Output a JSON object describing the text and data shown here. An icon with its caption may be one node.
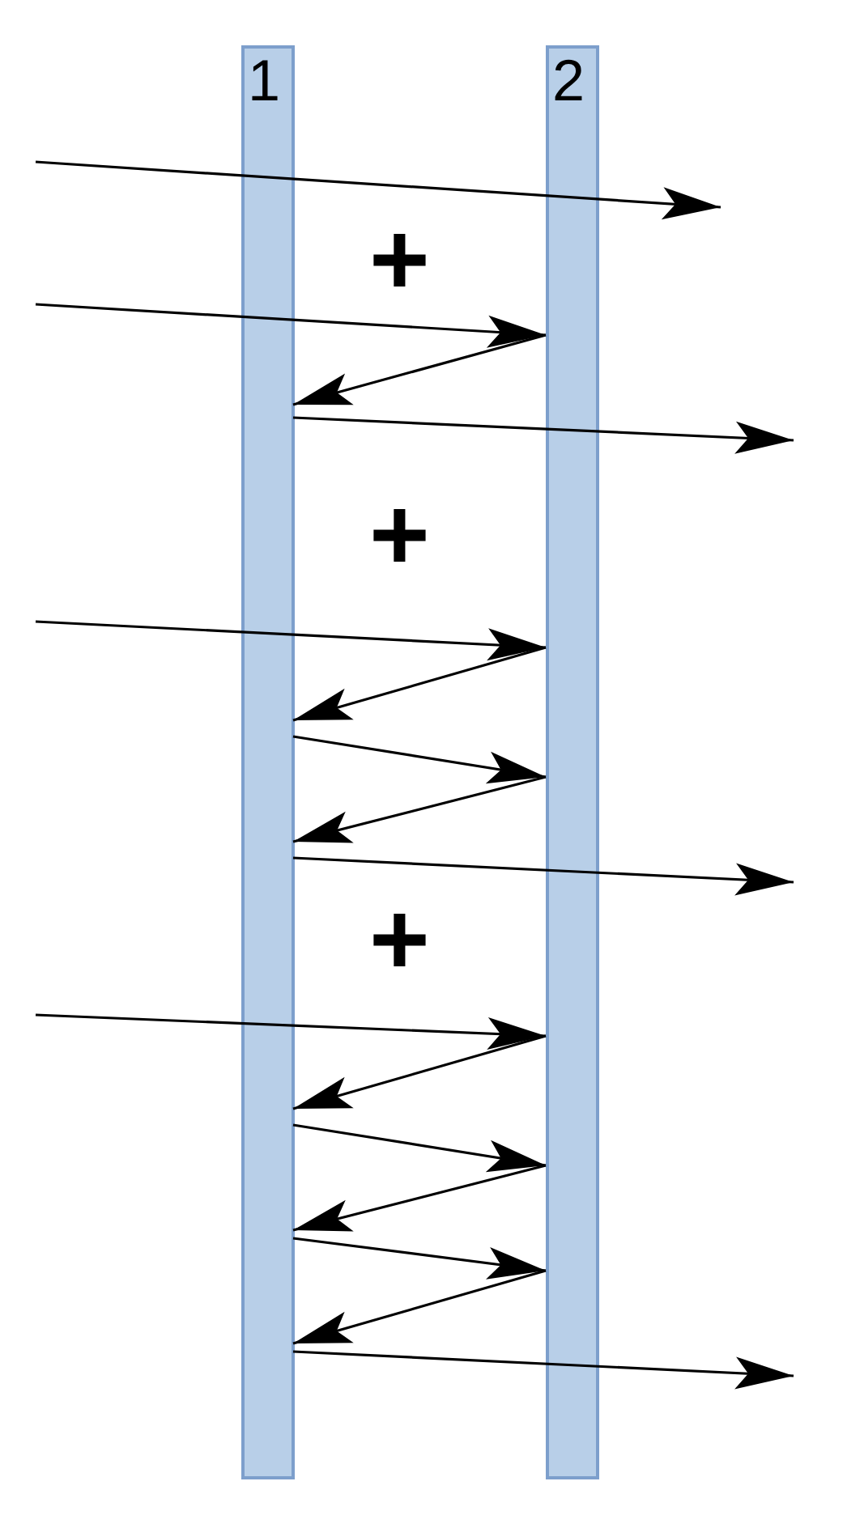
{
  "diagram": {
    "nodes": [
      {
        "text": [
          "1"
        ]
      },
      {
        "text": [
          "2"
        ]
      }
    ],
    "edges": [
      {
        "from": null,
        "to": 1,
        "arrow": "to"
      },
      {
        "from": 1,
        "to": 0,
        "arrow": "to"
      },
      {
        "from": 0,
        "to": null,
        "arrow": "to"
      },
      {
        "from": null,
        "to": 1,
        "arrow": "to"
      },
      {
        "from": 1,
        "to": 0,
        "arrow": "to"
      },
      {
        "from": 0,
        "to": 1,
        "arrow": "to"
      },
      {
        "from": 1,
        "to": 0,
        "arrow": "to"
      },
      {
        "from": 0,
        "to": null,
        "arrow": "to"
      },
      {
        "from": null,
        "to": 1,
        "arrow": "to"
      },
      {
        "from": 1,
        "to": 0,
        "arrow": "to"
      },
      {
        "from": 0,
        "to": 1,
        "arrow": "to"
      },
      {
        "from": 1,
        "to": 0,
        "arrow": "to"
      },
      {
        "from": 0,
        "to": 1,
        "arrow": "to"
      },
      {
        "from": 1,
        "to": 0,
        "arrow": "to"
      },
      {
        "from": 0,
        "to": null,
        "arrow": "to"
      }
    ],
    "labels": [
      "+",
      "+",
      "+"
    ]
  }
}
